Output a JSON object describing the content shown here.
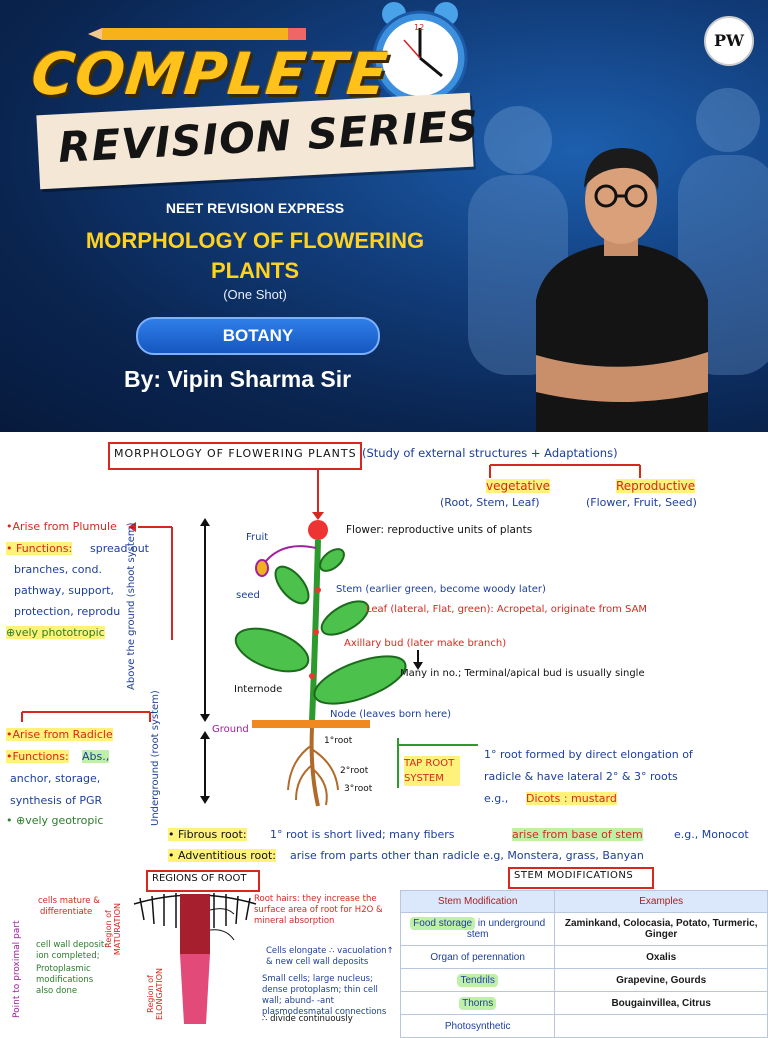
{
  "banner": {
    "title_line1": "COMPLETE",
    "title_line2": "REVISION SERIES",
    "series": "NEET REVISION EXPRESS",
    "topic": "MORPHOLOGY OF FLOWERING PLANTS",
    "format": "(One Shot)",
    "subject": "BOTANY",
    "byline": "By: Vipin Sharma Sir",
    "logo_text": "PW"
  },
  "notes": {
    "heading": "MORPHOLOGY OF FLOWERING PLANTS",
    "heading_note": "(Study of external structures + Adaptations)",
    "vegetative": "vegetative",
    "vegetative_parts": "(Root, Stem, Leaf)",
    "reproductive": "Reproductive",
    "reproductive_parts": "(Flower, Fruit, Seed)",
    "shoot": {
      "arise": "•Arise from Plumule",
      "functions_label": "• Functions:",
      "functions_1": "spread out",
      "functions_2": "branches, cond.",
      "functions_3": "pathway, support,",
      "functions_4": "protection, reprodu",
      "tropism": "⊕vely phototropic",
      "side_label": "Above the ground (shoot system)"
    },
    "root": {
      "arise": "•Arise from Radicle",
      "functions_label": "•Functions:",
      "functions_1": "Abs.,",
      "functions_2": "anchor, storage,",
      "functions_3": "synthesis of PGR",
      "tropism": "• ⊕vely geotropic",
      "side_label": "Underground (root system)"
    },
    "plant_labels": {
      "fruit": "Fruit",
      "seed": "seed",
      "flower": "Flower: reproductive units of plants",
      "stem": "Stem (earlier green, become woody later)",
      "leaf": "Leaf (lateral, Flat, green): Acropetal, originate from SAM",
      "axillary": "Axillary bud (later make branch)",
      "axillary_note": "Many in no.; Terminal/apical bud is usually single",
      "internode": "Internode",
      "node": "Node (leaves born here)",
      "ground": "Ground",
      "primary_root": "1°root",
      "secondary_root": "2°root",
      "tertiary_root": "3°root"
    },
    "tap_root": {
      "label": "TAP ROOT SYSTEM",
      "line1": "1° root formed by direct elongation of",
      "line2": "radicle & have lateral 2° & 3° roots",
      "line3_prefix": "e.g.,",
      "line3_example": "Dicots : mustard"
    },
    "fibrous": {
      "label": "• Fibrous root:",
      "text": "1° root is short lived; many fibers",
      "highlight": "arise from base of stem",
      "example": "e.g., Monocot"
    },
    "adventitious": {
      "label": "• Adventitious root:",
      "text": "arise from parts other than radicle e.g, Monstera, grass, Banyan"
    },
    "regions_of_root": {
      "title": "REGIONS OF ROOT",
      "maturation_notes": [
        "cells mature &",
        "differentiate"
      ],
      "wall_notes": [
        "cell wall deposit-",
        "ion completed;",
        "Protoplasmic",
        "modifications",
        "also done"
      ],
      "region_maturation": "Region of MATURATION",
      "region_elongation": "Region of ELONGATION",
      "side_axis": "Point to proximal part",
      "root_hairs": "Root hairs: they increase the surface area of root for H2O & mineral absorption",
      "elongate": "Cells elongate ∴ vacuolation↑ & new cell wall deposits",
      "small_cells": "Small cells; large nucleus; dense protoplasm; thin cell wall; abund- -ant plasmodesmatal connections",
      "divide": "∴ divide continuously"
    },
    "stem_modifications": {
      "title": "STEM MODIFICATIONS",
      "headers": [
        "Stem Modification",
        "Examples"
      ],
      "rows": [
        {
          "mod_hl": "Food storage",
          "mod_rest": " in underground stem",
          "example": "Zaminkand, Colocasia, Potato, Turmeric, Ginger"
        },
        {
          "mod_hl": "",
          "mod_rest": "Organ of perennation",
          "example": "Oxalis"
        },
        {
          "mod_hl": "Tendrils",
          "mod_rest": "",
          "example": "Grapevine, Gourds"
        },
        {
          "mod_hl": "Thorns",
          "mod_rest": "",
          "example": "Bougainvillea, Citrus"
        },
        {
          "mod_hl": "",
          "mod_rest": "Photosynthetic",
          "example": ""
        }
      ]
    }
  },
  "colors": {
    "banner_dark": "#0a2551",
    "title_yellow": "#ffc21a",
    "accent_red": "#d6281f",
    "ink_blue": "#1d3f9a",
    "highlight_yellow": "#fff27a",
    "highlight_green": "#bff0a8"
  }
}
